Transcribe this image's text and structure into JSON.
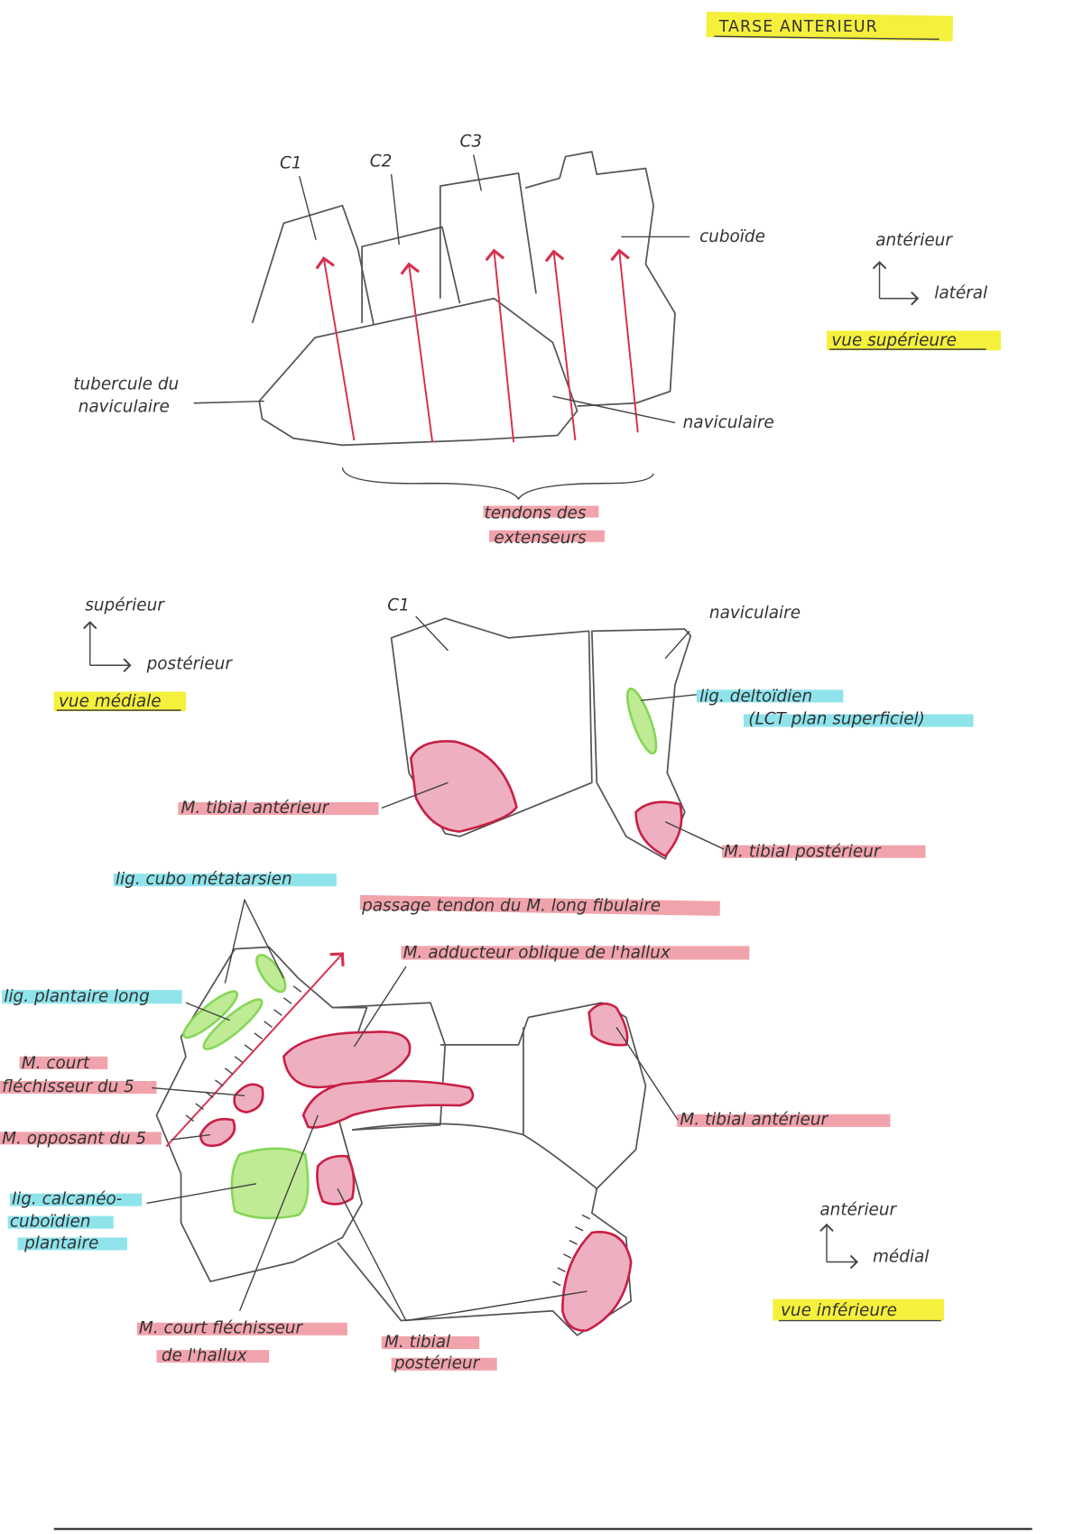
{
  "title": "TARSE ANTERIEUR",
  "top_view": {
    "view_label": "vue supérieure",
    "axis_up": "antérieur",
    "axis_right": "latéral",
    "bones": {
      "c1": "C1",
      "c2": "C2",
      "c3": "C3",
      "cuboid": "cuboïde",
      "navicular": "naviculaire"
    },
    "tubercle": [
      "tubercule du",
      "naviculaire"
    ],
    "tendons": [
      "tendons des",
      "extenseurs"
    ]
  },
  "medial_view": {
    "view_label": "vue médiale",
    "axis_up": "supérieur",
    "axis_right": "postérieur",
    "c1": "C1",
    "navicular": "naviculaire",
    "deltoid": [
      "lig. deltoïdien",
      "(LCT plan superficiel)"
    ],
    "tibial_anterior": "M. tibial antérieur",
    "tibial_posterior": "M. tibial postérieur"
  },
  "inferior_view": {
    "view_label": "vue inférieure",
    "axis_up": "antérieur",
    "axis_right": "médial",
    "cubo_metatarsal": "lig. cubo métatarsien",
    "long_fibular_passage": "passage tendon du M. long fibulaire",
    "adductor_oblique": "M. adducteur oblique de l'hallux",
    "long_plantar": "lig. plantaire long",
    "short_flexor_5": [
      "M. court",
      "fléchisseur du 5"
    ],
    "opponens_5": "M. opposant du 5",
    "calcaneocuboid": [
      "lig. calcanéo-",
      "cuboïdien",
      "plantaire"
    ],
    "tibial_anterior": "M. tibial antérieur",
    "short_flexor_hallux": [
      "M. court fléchisseur",
      "de l'hallux"
    ],
    "tibial_posterior": [
      "M. tibial",
      "postérieur"
    ]
  },
  "colors": {
    "muscle": "#c81f45",
    "ligament": "#86d657",
    "highlight_yellow": "#f5f03c",
    "highlight_cyan": "#8fe4ec",
    "highlight_red": "#f1a3ac"
  }
}
